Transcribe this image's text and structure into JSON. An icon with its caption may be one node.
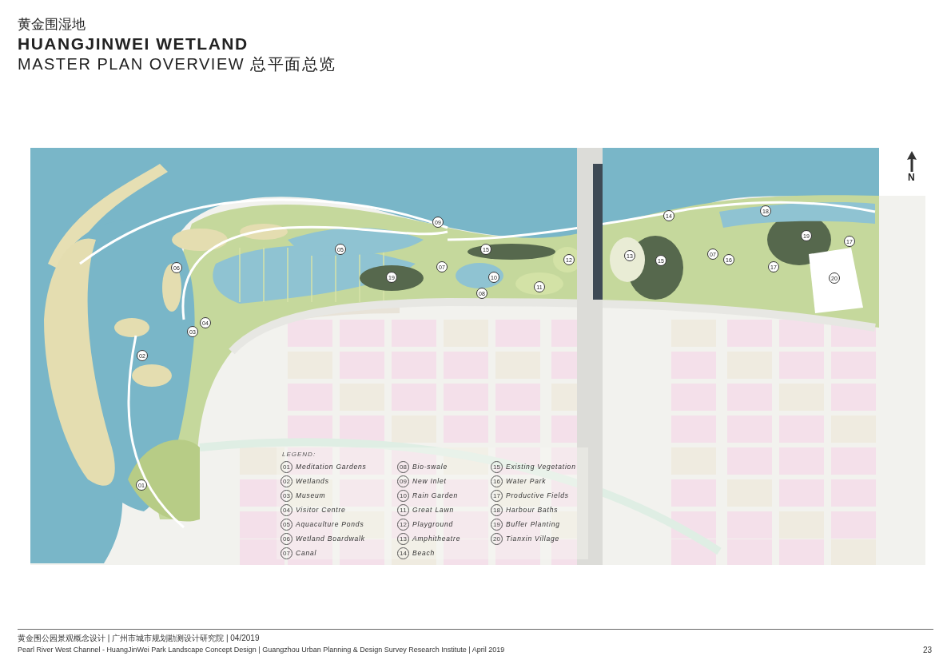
{
  "diagram": {
    "title": "HUANGJINWEI WETLAND",
    "labels": [
      "黄金围湿地",
      "MASTER PLAN OVERVIEW 总平面总览",
      "N",
      "09",
      "14",
      "18",
      "19",
      "17",
      "05",
      "15",
      "12",
      "13",
      "15",
      "07",
      "16",
      "06",
      "19",
      "07",
      "10",
      "17",
      "20",
      "08",
      "11",
      "04",
      "03",
      "02",
      "01",
      "LEGEND:",
      "01",
      "Meditation Gardens",
      "02",
      "Wetlands",
      "03",
      "Museum",
      "04",
      "Visitor Centre",
      "05",
      "Aquaculture Ponds",
      "06",
      "Wetland Boardwalk",
      "07",
      "Canal",
      "08",
      "Bio-swale",
      "09",
      "New Inlet",
      "10",
      "Rain Garden",
      "11",
      "Great Lawn",
      "12",
      "Playground",
      "13",
      "Amphitheatre",
      "14",
      "Beach",
      "15",
      "Existing Vegetation",
      "16",
      "Water Park",
      "17",
      "Productive Fields",
      "18",
      "Harbour Baths",
      "19",
      "Buffer Planting",
      "20",
      "Tianxin Village",
      "黄金围公园景观概念设计 | 广州市城市规划勘测设计研究院 | 04/2019",
      "Pearl River West Channel - HuangJinWei Park Landscape Concept Design | Guangzhou Urban Planning & Design Survey Research Institute | April 2019",
      "23"
    ]
  }
}
